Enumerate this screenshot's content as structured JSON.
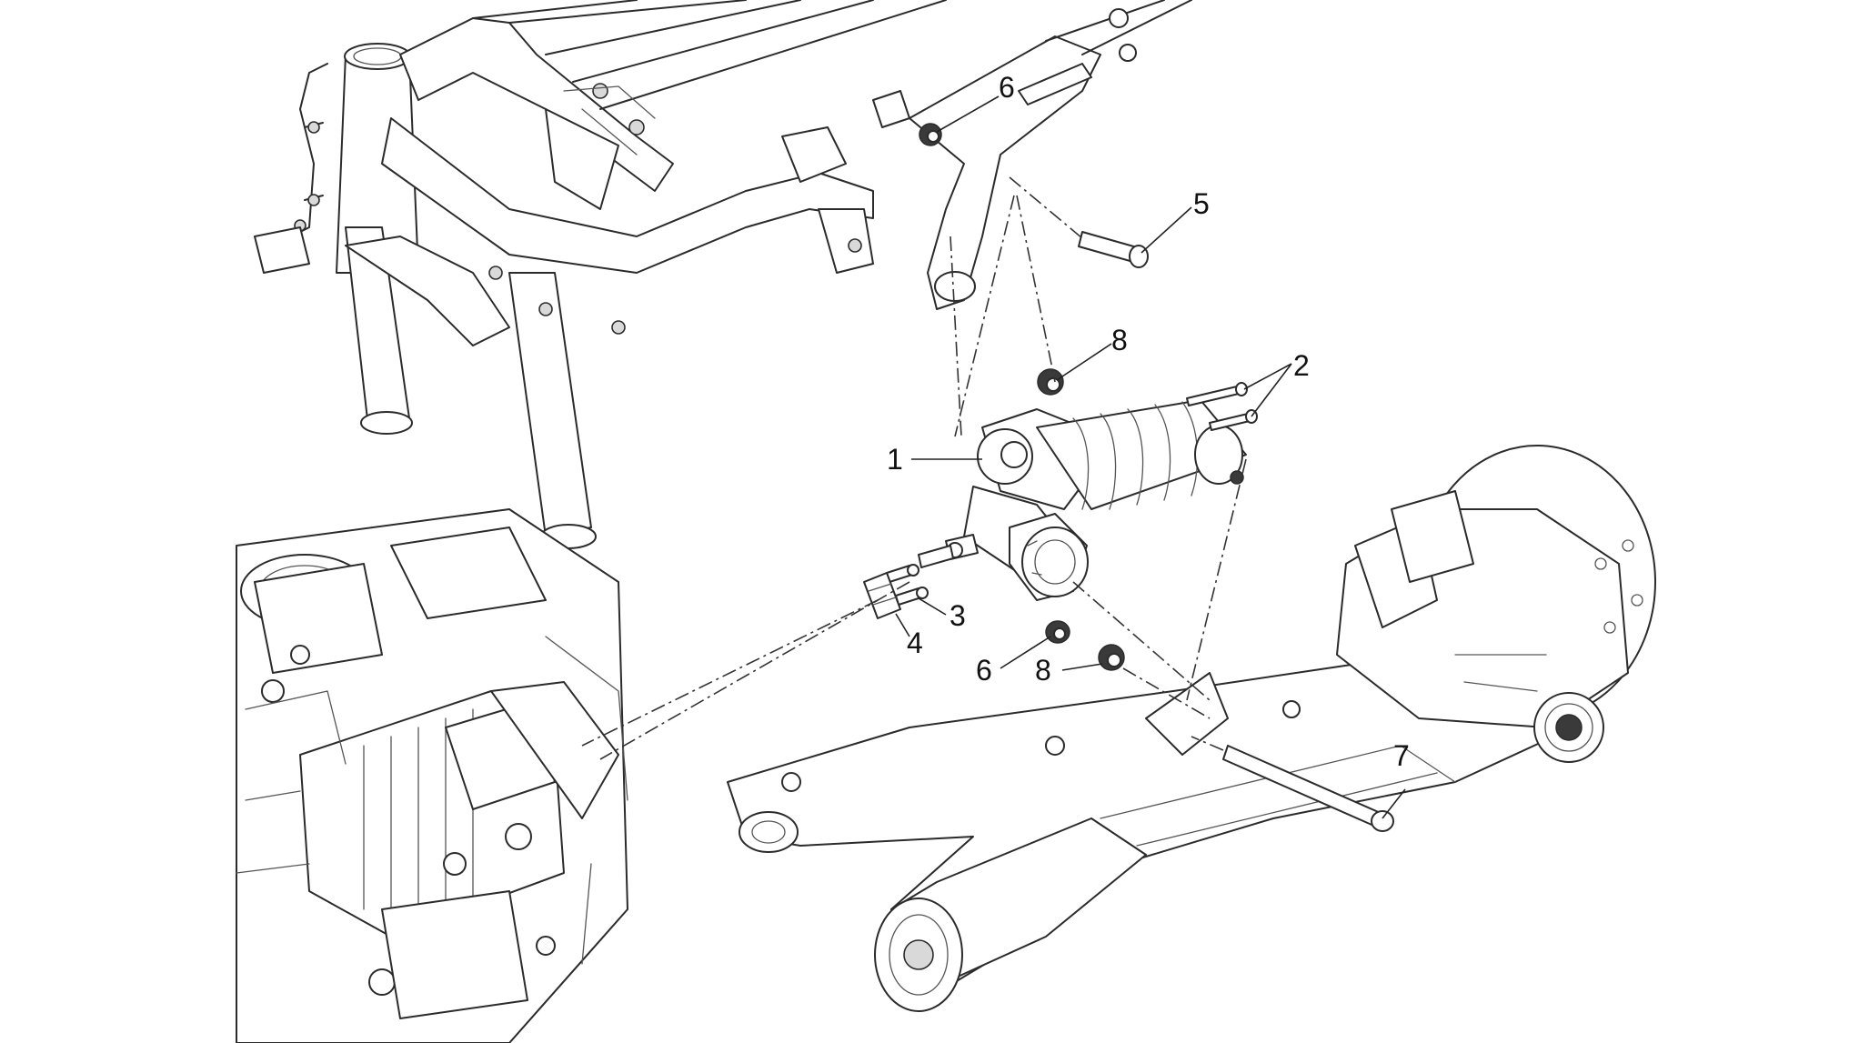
{
  "diagram": {
    "callouts": [
      {
        "id": "c1",
        "label": "1"
      },
      {
        "id": "c2",
        "label": "2"
      },
      {
        "id": "c3",
        "label": "3"
      },
      {
        "id": "c4",
        "label": "4"
      },
      {
        "id": "c5",
        "label": "5"
      },
      {
        "id": "c6a",
        "label": "6"
      },
      {
        "id": "c6b",
        "label": "6"
      },
      {
        "id": "c7",
        "label": "7"
      },
      {
        "id": "c8a",
        "label": "8"
      },
      {
        "id": "c8b",
        "label": "8"
      }
    ]
  }
}
